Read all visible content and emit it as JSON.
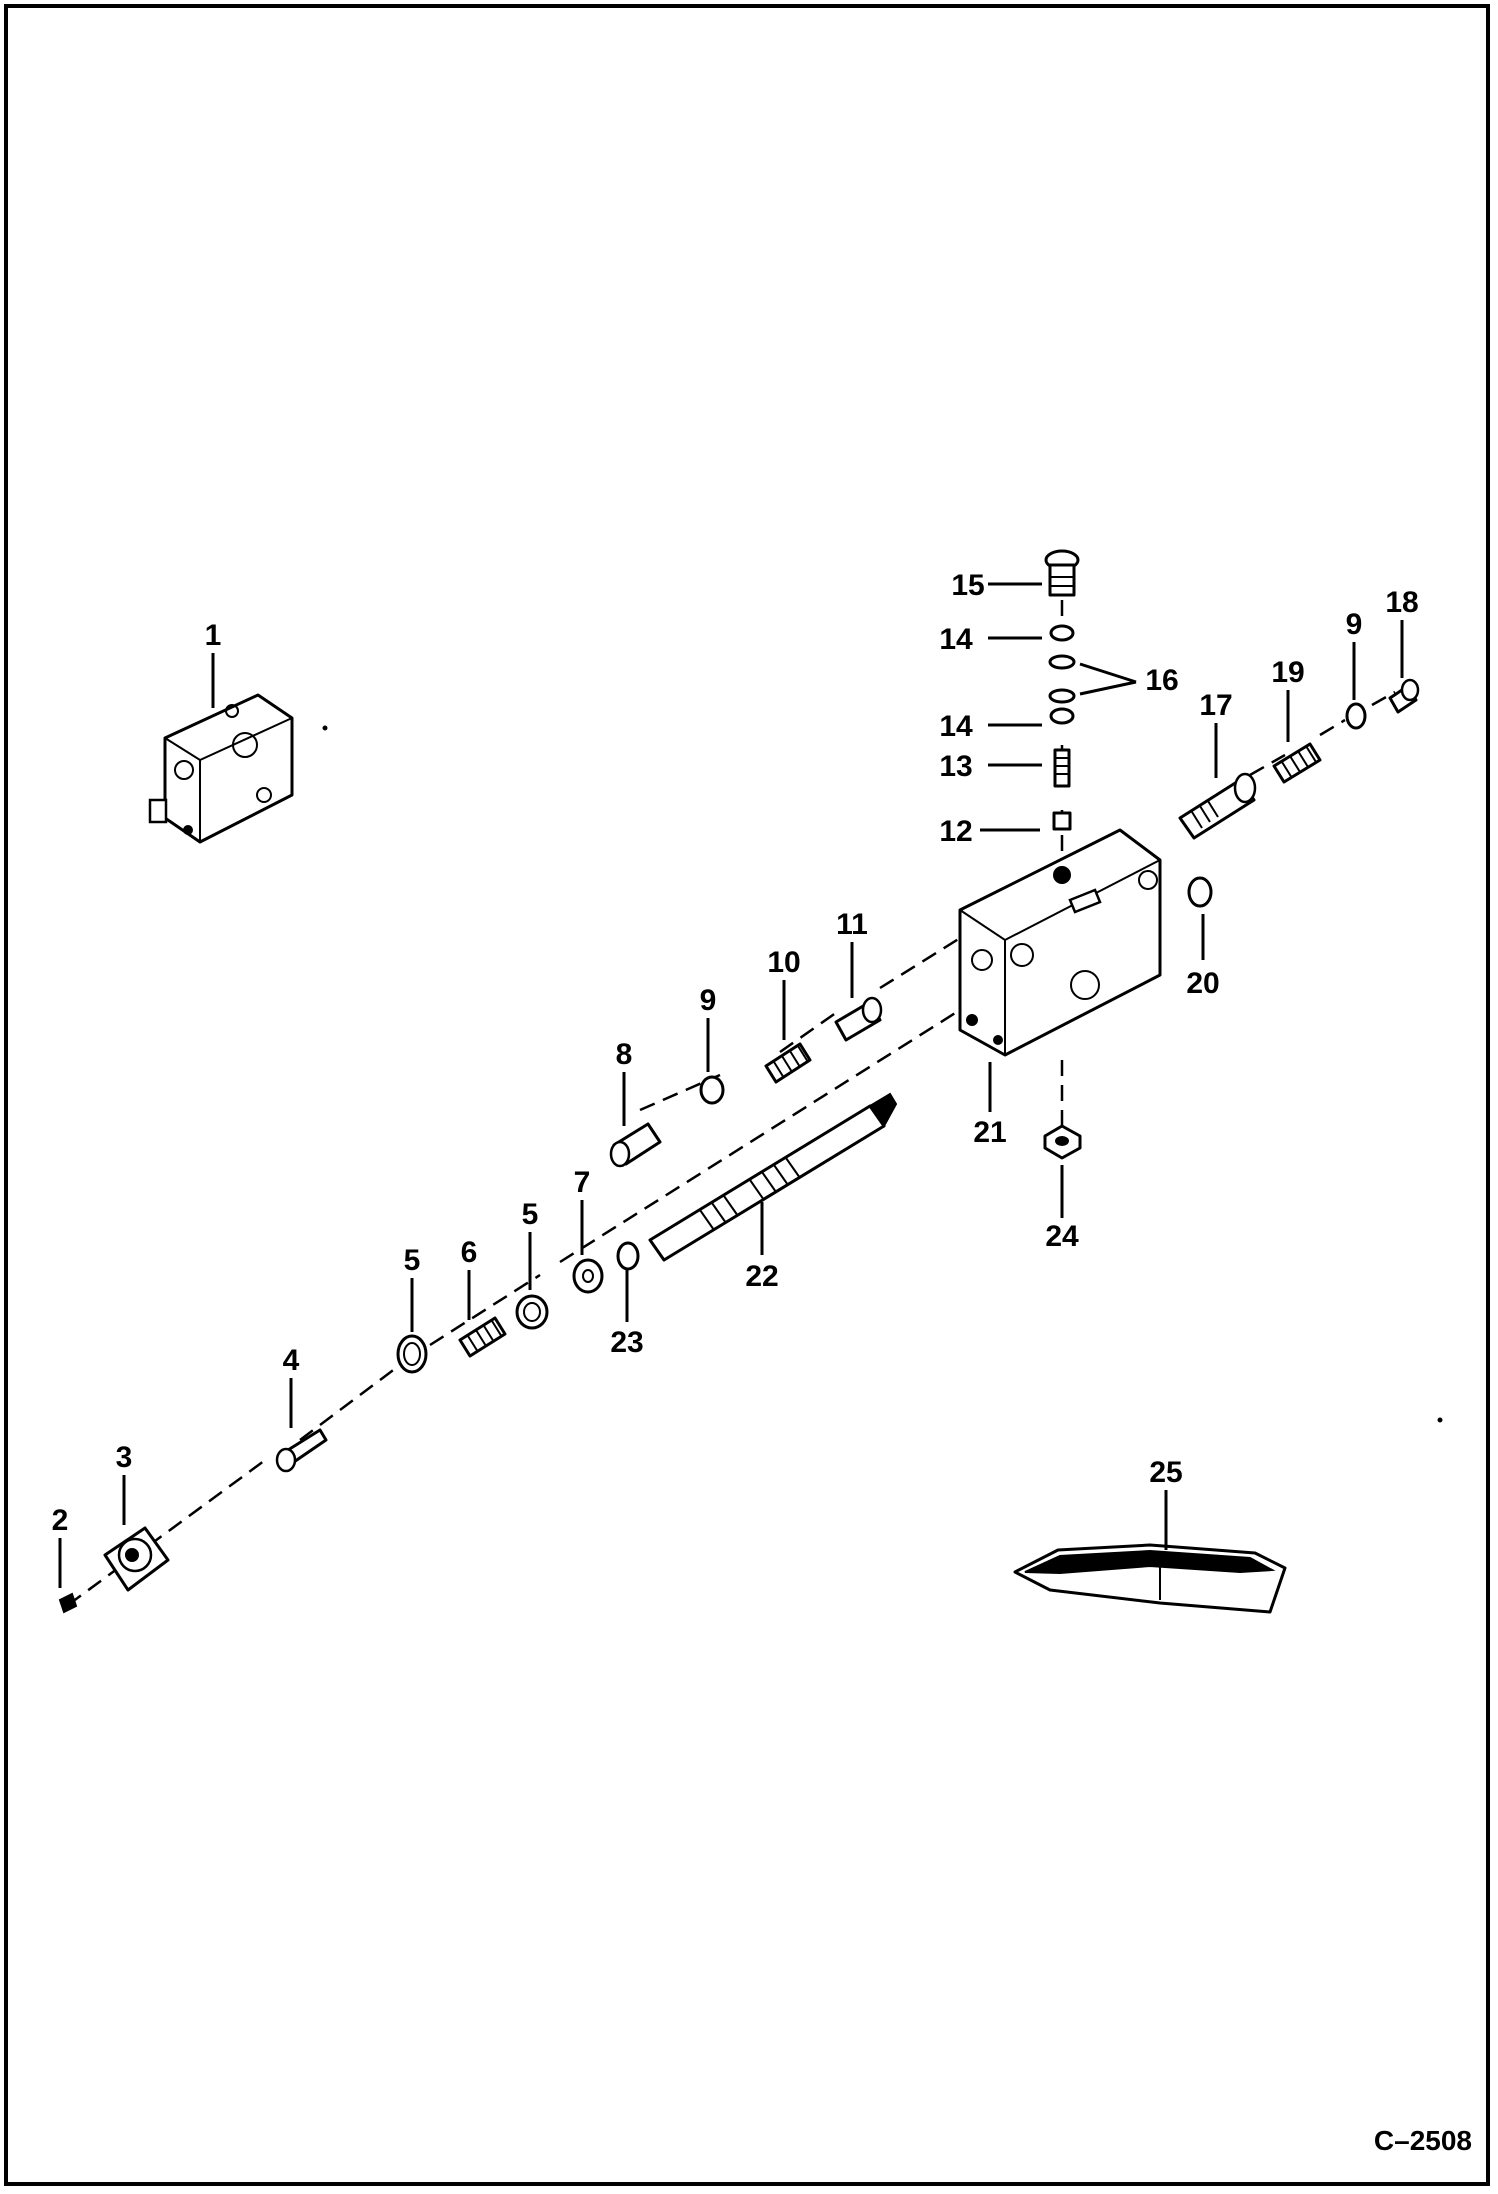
{
  "figure_code": "C–2508",
  "callouts": [
    {
      "id": "1",
      "text": "1"
    },
    {
      "id": "2",
      "text": "2"
    },
    {
      "id": "3",
      "text": "3"
    },
    {
      "id": "4",
      "text": "4"
    },
    {
      "id": "5a",
      "text": "5"
    },
    {
      "id": "5b",
      "text": "5"
    },
    {
      "id": "6",
      "text": "6"
    },
    {
      "id": "7",
      "text": "7"
    },
    {
      "id": "8",
      "text": "8"
    },
    {
      "id": "9a",
      "text": "9"
    },
    {
      "id": "9b",
      "text": "9"
    },
    {
      "id": "10",
      "text": "10"
    },
    {
      "id": "11",
      "text": "11"
    },
    {
      "id": "12",
      "text": "12"
    },
    {
      "id": "13",
      "text": "13"
    },
    {
      "id": "14a",
      "text": "14"
    },
    {
      "id": "14b",
      "text": "14"
    },
    {
      "id": "15",
      "text": "15"
    },
    {
      "id": "16",
      "text": "16"
    },
    {
      "id": "17",
      "text": "17"
    },
    {
      "id": "18",
      "text": "18"
    },
    {
      "id": "19",
      "text": "19"
    },
    {
      "id": "20",
      "text": "20"
    },
    {
      "id": "21",
      "text": "21"
    },
    {
      "id": "22",
      "text": "22"
    },
    {
      "id": "23",
      "text": "23"
    },
    {
      "id": "24",
      "text": "24"
    },
    {
      "id": "25",
      "text": "25"
    }
  ]
}
